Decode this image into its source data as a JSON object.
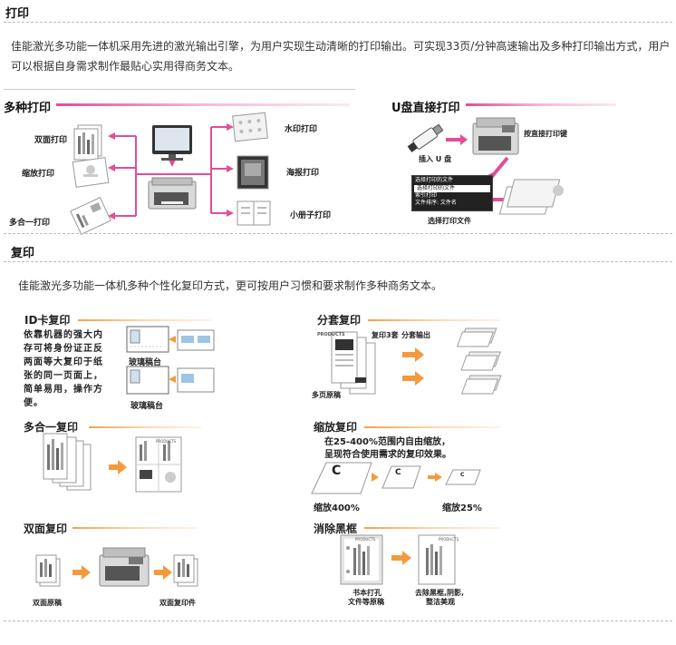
{
  "print_section": {
    "title": "打印",
    "description": "佳能激光多功能一体机采用先进的激光输出引擎，为用户实现生动清晰的打印输出。可实现33页/分钟高速输出及多种打印输出方式，用户可以根据自身需求制作最贴心实用得商务文本。",
    "multi_print": {
      "title": "多种打印",
      "left_labels": [
        "双面打印",
        "缩放打印",
        "多合一打印"
      ],
      "right_labels": [
        "水印打印",
        "海报打印",
        "小册子打印"
      ]
    },
    "usb_print": {
      "title": "U盘直接打印",
      "insert_label": "插入 U 盘",
      "press_label": "按直接打印键",
      "select_label": "选择打印文件",
      "menu_items": [
        "选择打印的文件",
        "选择打印的文件",
        "索引打印",
        "文件排序: 文件名"
      ]
    }
  },
  "copy_section": {
    "title": "复印",
    "description": "佳能激光多功能一体机多种个性化复印方式，更可按用户习惯和要求制作多种商务文本。",
    "id_copy": {
      "title": "ID卡复印",
      "desc": "依靠机器的强大内存可将身份证正反两面等大复印于纸张的同一页面上，简单易用，操作方便。",
      "glass_label_1": "玻璃稿台",
      "glass_label_2": "玻璃稿台"
    },
    "collate_copy": {
      "title": "分套复印",
      "copy3_label": "复印3套",
      "output_label": "分套输出",
      "original_label": "多页原稿",
      "doc_heading": "PRODUCTS"
    },
    "n_in_1": {
      "title": "多合一复印",
      "doc_heading": "PRODUCTS"
    },
    "zoom_copy": {
      "title": "缩放复印",
      "desc_line1": "在25-400%范围内自由缩放，",
      "desc_line2": "呈现符合使用需求的复印效果。",
      "label_400": "缩放400%",
      "label_25": "缩放25%",
      "glyph": "C"
    },
    "duplex_copy": {
      "title": "双面复印",
      "original_label": "双面原稿",
      "output_label": "双面复印件"
    },
    "erase_frame": {
      "title": "消除黑框",
      "left_label_1": "书本打孔",
      "left_label_2": "文件等原稿",
      "right_label_1": "去除黑框,阴影,",
      "right_label_2": "整洁美观",
      "doc_heading": "PRODUCTS"
    }
  },
  "colors": {
    "pink": "#e24d97",
    "orange": "#f39a3e"
  }
}
